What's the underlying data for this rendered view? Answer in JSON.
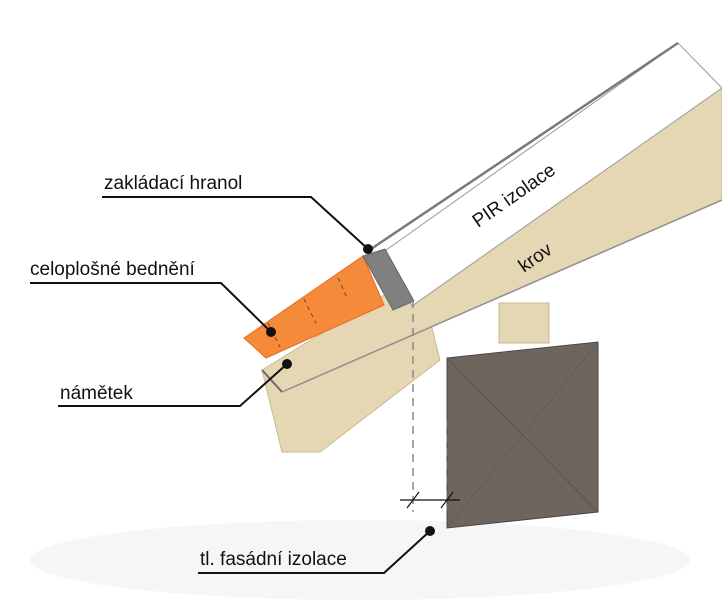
{
  "labels": {
    "zakladaci_hranol": "zakládací hranol",
    "celoplosne_bedneni": "celoplošné bednění",
    "nametek": "námětek",
    "fasadni_izolace": "tl. fasádní izolace",
    "pir_izolace": "PIR izolace",
    "krov": "krov"
  },
  "colors": {
    "timber": "#e6d7b4",
    "timber_edge": "#cbb88f",
    "insulation": "#ffffff",
    "insulation_edge": "#9a9a9a",
    "boarding": "#f58a3a",
    "base_prism": "#808080",
    "wall": "#6e655f",
    "leader": "#111111",
    "dash": "#8a8a8a"
  }
}
